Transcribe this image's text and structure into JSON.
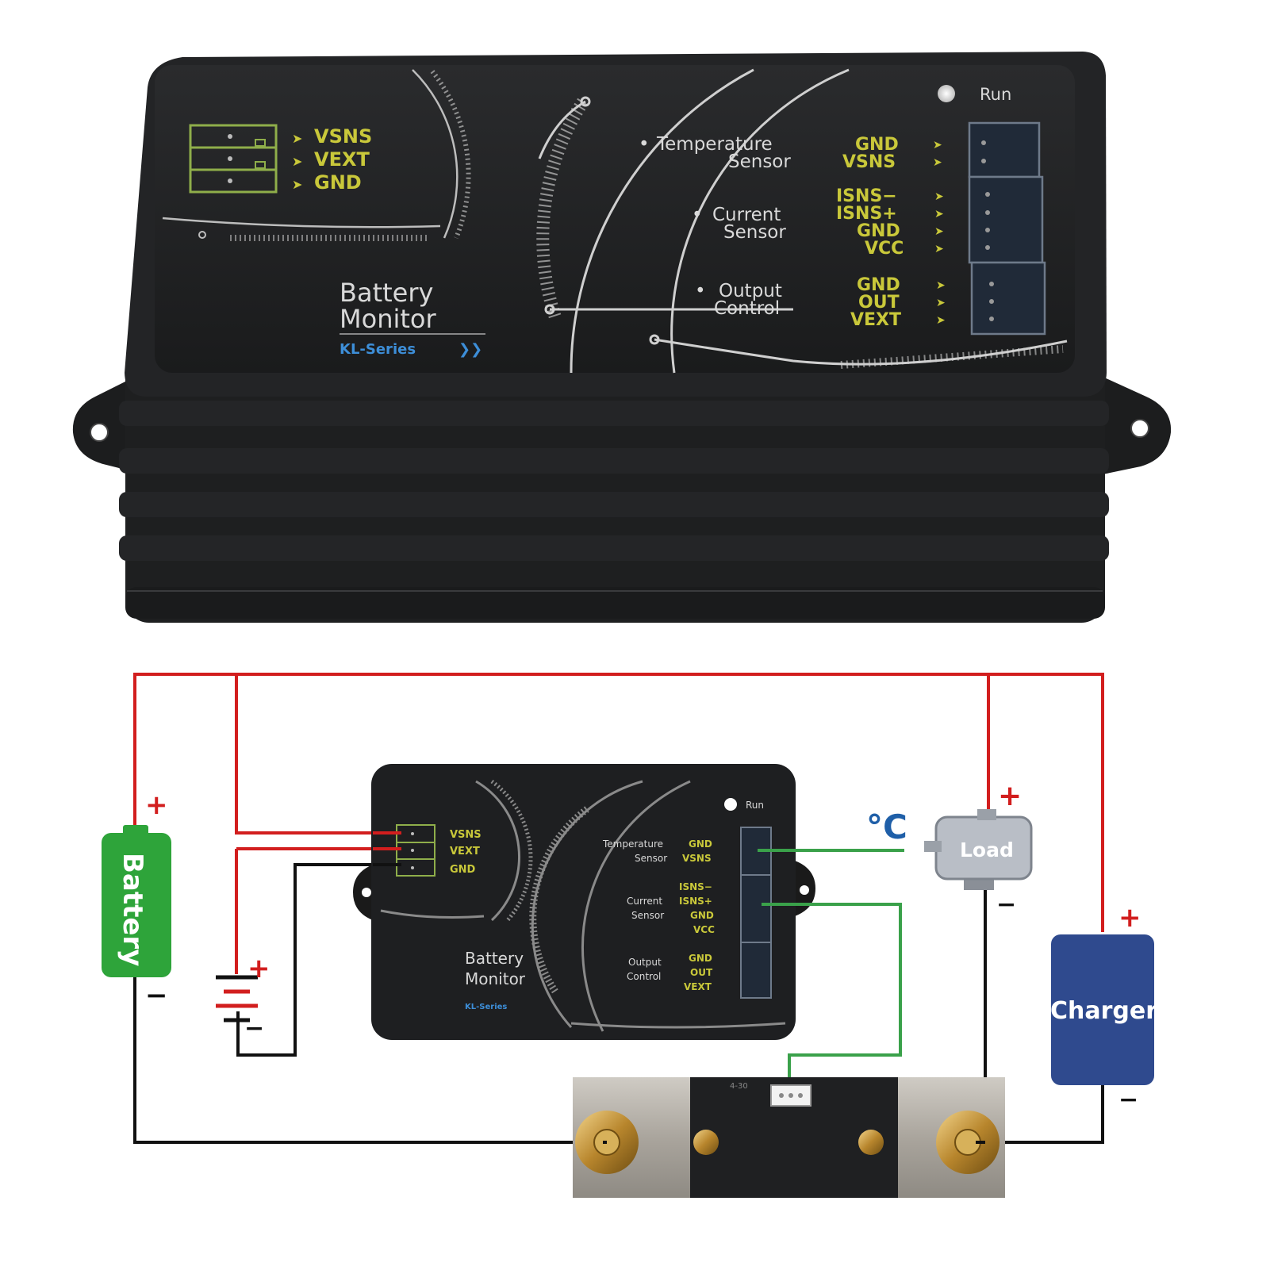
{
  "device": {
    "title_line1": "Battery",
    "title_line2": "Monitor",
    "series": "KL-Series",
    "series_arrow": "❯❯",
    "run_label": "Run",
    "left_terminals": [
      "VSNS",
      "VEXT",
      "GND"
    ],
    "groups": {
      "temperature": {
        "line1": "Temperature",
        "line2": "Sensor",
        "pins": [
          "GND",
          "VSNS"
        ]
      },
      "current": {
        "line1": "Current",
        "line2": "Sensor",
        "pins": [
          "ISNS−",
          "ISNS+",
          "GND",
          "VCC"
        ]
      },
      "output": {
        "line1": "Output",
        "line2": "Control",
        "pins": [
          "GND",
          "OUT",
          "VEXT"
        ]
      }
    },
    "arrow": "➤",
    "bullet": "•"
  },
  "wiring": {
    "battery_label": "Battery",
    "load_label": "Load",
    "charger_label": "Charger",
    "temp_label": "°C",
    "plus": "+",
    "minus": "−",
    "shunt_text": "4-30",
    "colors": {
      "positive_wire": "#d21e1e",
      "negative_wire": "#111111",
      "signal_wire": "#3aa14a",
      "battery": "#2ea43a",
      "charger": "#2f4a8e",
      "temp": "#1f5fa8"
    }
  }
}
